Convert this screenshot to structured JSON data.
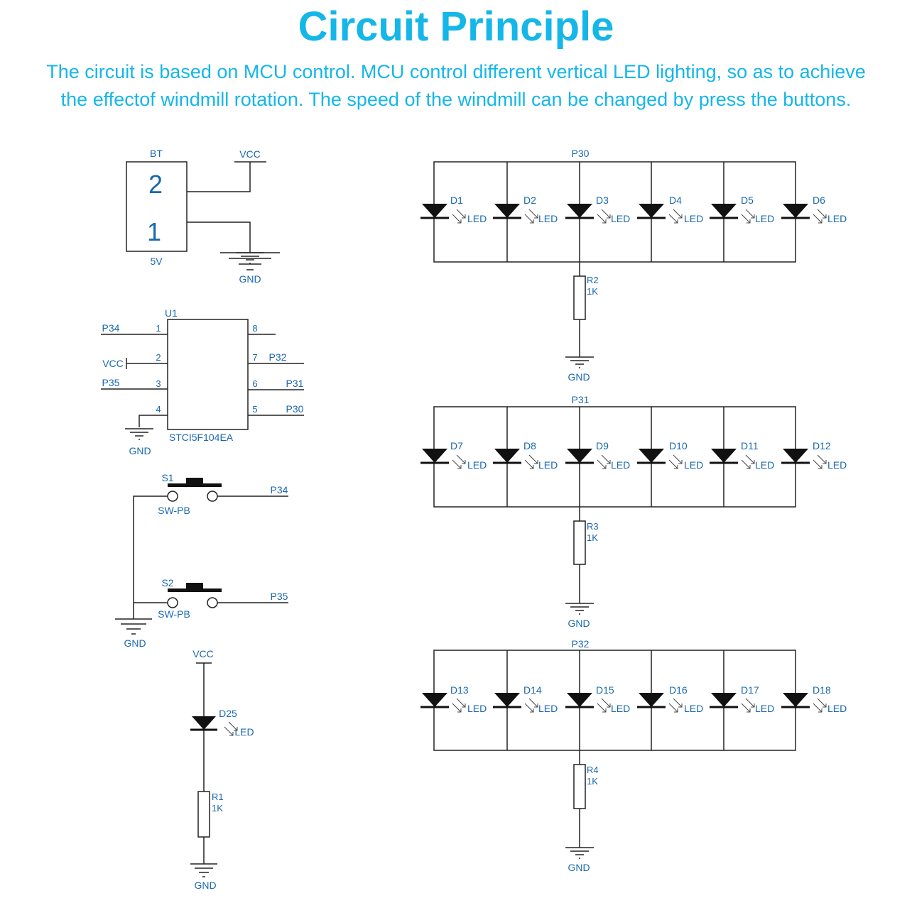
{
  "header": {
    "title": "Circuit Principle",
    "line1": "The circuit is based on MCU control. MCU control different vertical LED lighting, so as to achieve",
    "line2": "the effectof windmill rotation. The speed of the windmill can be changed by press the buttons."
  },
  "colors": {
    "title": "#15b6e8",
    "label": "#1a68b0",
    "wire": "#222222"
  },
  "battery": {
    "ref": "BT",
    "pin2": "2",
    "pin1": "1",
    "value": "5V",
    "vcc": "VCC",
    "gnd": "GND"
  },
  "mcu": {
    "ref": "U1",
    "part": "STCI5F104EA",
    "pins": {
      "p1": "1",
      "p2": "2",
      "p3": "3",
      "p4": "4",
      "p5": "5",
      "p6": "6",
      "p7": "7",
      "p8": "8"
    },
    "nets": {
      "p1": "P34",
      "p2": "VCC",
      "p3": "P35",
      "p4": "GND",
      "p5": "P30",
      "p6": "P31",
      "p7": "P32"
    }
  },
  "switches": [
    {
      "ref": "S1",
      "type": "SW-PB",
      "net": "P34"
    },
    {
      "ref": "S2",
      "type": "SW-PB",
      "net": "P35"
    }
  ],
  "switch_gnd": "GND",
  "power_led": {
    "vcc": "VCC",
    "ref": "D25",
    "type": "LED",
    "res_ref": "R1",
    "res_val": "1K",
    "gnd": "GND"
  },
  "led_type": "LED",
  "banks": [
    {
      "net": "P30",
      "leds": [
        "D1",
        "D2",
        "D3",
        "D4",
        "D5",
        "D6"
      ],
      "res_ref": "R2",
      "res_val": "1K",
      "gnd": "GND"
    },
    {
      "net": "P31",
      "leds": [
        "D7",
        "D8",
        "D9",
        "D10",
        "D11",
        "D12"
      ],
      "res_ref": "R3",
      "res_val": "1K",
      "gnd": "GND"
    },
    {
      "net": "P32",
      "leds": [
        "D13",
        "D14",
        "D15",
        "D16",
        "D17",
        "D18"
      ],
      "res_ref": "R4",
      "res_val": "1K",
      "gnd": "GND"
    }
  ]
}
